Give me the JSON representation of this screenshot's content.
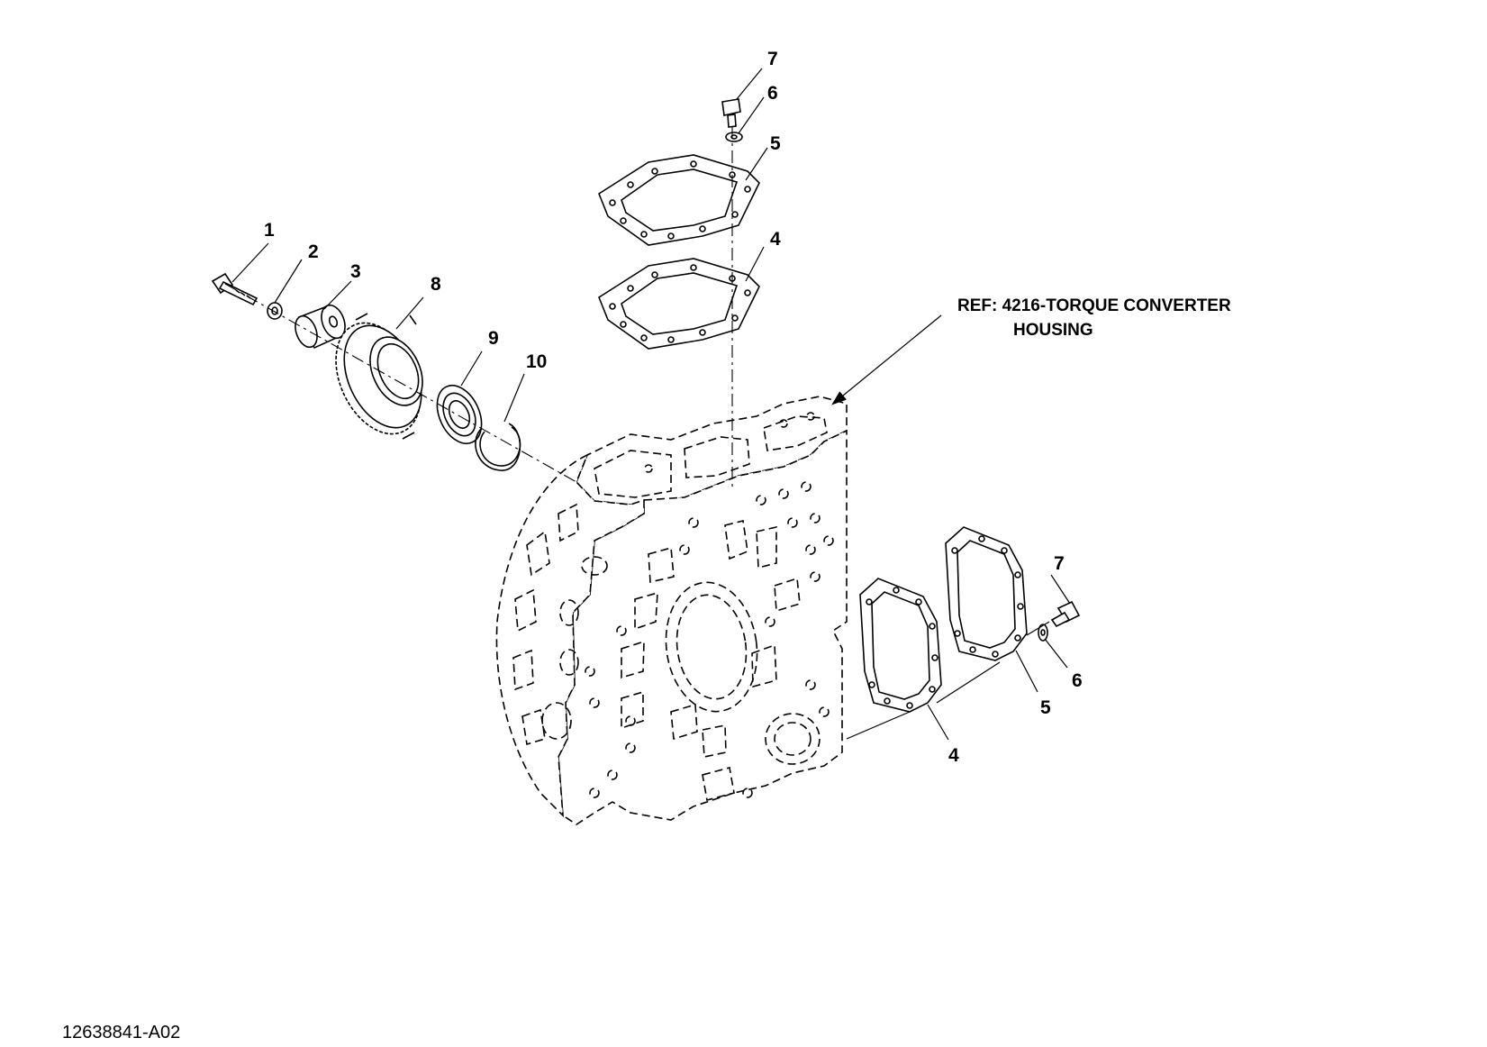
{
  "reference": {
    "line1": "REF: 4216-TORQUE CONVERTER",
    "line2": "HOUSING"
  },
  "figure_id": "12638841-A02",
  "callouts": [
    {
      "id": "c1",
      "label": "1"
    },
    {
      "id": "c2",
      "label": "2"
    },
    {
      "id": "c3",
      "label": "3"
    },
    {
      "id": "c8",
      "label": "8"
    },
    {
      "id": "c9",
      "label": "9"
    },
    {
      "id": "c10",
      "label": "10"
    },
    {
      "id": "c7top",
      "label": "7"
    },
    {
      "id": "c6top",
      "label": "6"
    },
    {
      "id": "c5top",
      "label": "5"
    },
    {
      "id": "c4top",
      "label": "4"
    },
    {
      "id": "c7right",
      "label": "7"
    },
    {
      "id": "c6right",
      "label": "6"
    },
    {
      "id": "c5right",
      "label": "5"
    },
    {
      "id": "c4right",
      "label": "4"
    }
  ]
}
